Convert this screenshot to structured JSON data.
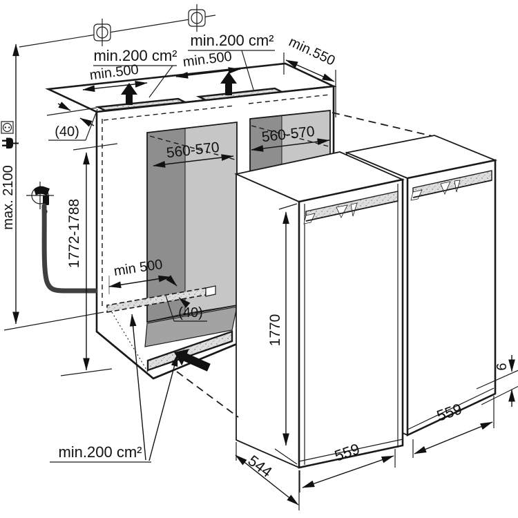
{
  "diagram": {
    "title": "built-in appliance installation dimension drawing",
    "units": "mm",
    "labels": {
      "max_height": "max. 2100",
      "niche_height": "1772-1788",
      "appliance_height": "1770",
      "niche_width_left": "560-570",
      "niche_width_right": "560-570",
      "niche_depth_min": "min.550",
      "top_vent_area_left": "min.200 cm²",
      "top_vent_area_right": "min.200 cm²",
      "top_vent_width_left": "min.500",
      "top_vent_width_right": "min.500",
      "base_vent_width_min": "min 500",
      "top_rear_gap": "(40)",
      "base_rear_gap": "(40)",
      "appliance_depth": "544",
      "appliance_width_left": "559",
      "appliance_width_right": "559",
      "door_bottom_gap": "6",
      "base_vent_area": "min.200 cm²"
    },
    "icons": [
      "power-socket-icon",
      "power-plug-icon",
      "water-tap-icon",
      "airflow-arrow-icon",
      "mounting-point-icon"
    ],
    "colors": {
      "line": "#1a1a1a",
      "niche_back_dark": "#8e8e8e",
      "niche_back_light": "#c6c6c6",
      "niche_floor": "#a3a3a3",
      "vent_stipple": "#dedede",
      "hose": "#3f3f3f",
      "background": "#ffffff"
    }
  }
}
